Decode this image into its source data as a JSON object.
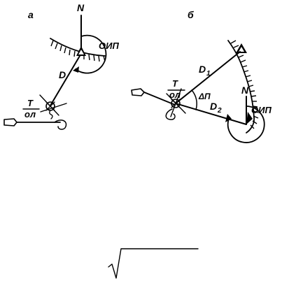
{
  "panel_a": {
    "tag": "а",
    "north": "N",
    "bearing": "ОИП",
    "distance": "D",
    "fraction_top": "Т",
    "fraction_bottom": "ол"
  },
  "panel_b": {
    "tag": "б",
    "north": "N",
    "bearing": "ОИП",
    "distance1": "D",
    "distance1_sub": "1",
    "distance2": "D",
    "distance2_sub": "2",
    "angle": "ΔП",
    "fraction_top": "Т",
    "fraction_bottom": "ол"
  }
}
